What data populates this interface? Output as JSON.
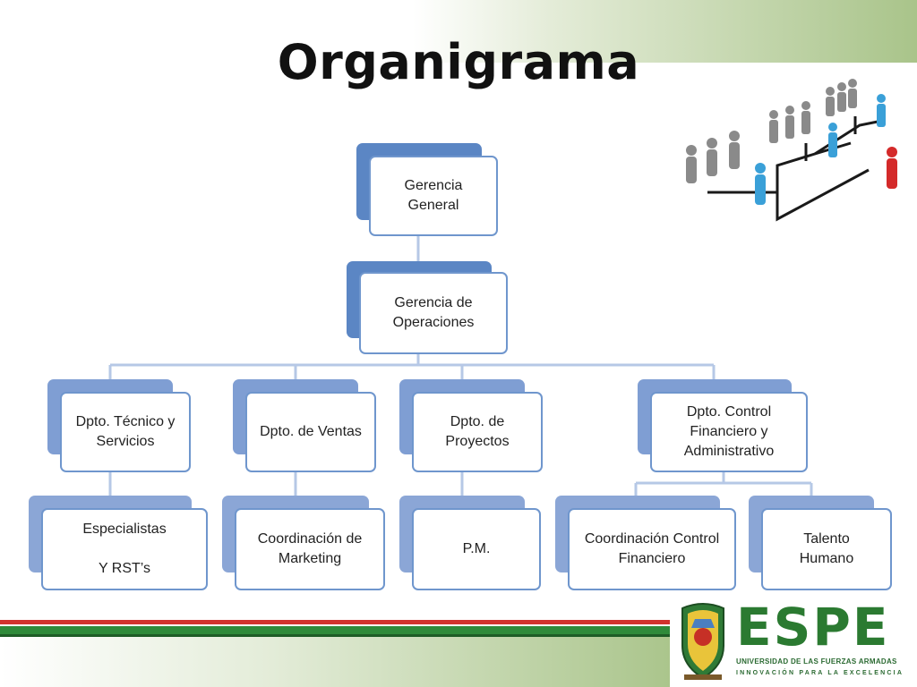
{
  "title": "Organigrama",
  "org_chart": {
    "root": "Gerencia\nGeneral",
    "level2": "Gerencia de\nOperaciones",
    "departments": [
      "Dpto. Técnico y\nServicios",
      "Dpto. de Ventas",
      "Dpto. de\nProyectos",
      "Dpto. Control\nFinanciero y\nAdministrativo"
    ],
    "sub_units": [
      "Especialistas\n\nY RST’s",
      "Coordinación de\nMarketing",
      "P.M.",
      "Coordinación Control\nFinanciero",
      "Talento\nHumano"
    ]
  },
  "logo": {
    "name": "ESPE",
    "line1": "UNIVERSIDAD DE LAS FUERZAS ARMADAS",
    "line2": "INNOVACIÓN PARA LA EXCELENCIA"
  },
  "colors": {
    "box_back": "#5b86c4",
    "box_border": "#6f96cd",
    "brand_green": "#2b7a31",
    "accent_red": "#d1332e"
  }
}
